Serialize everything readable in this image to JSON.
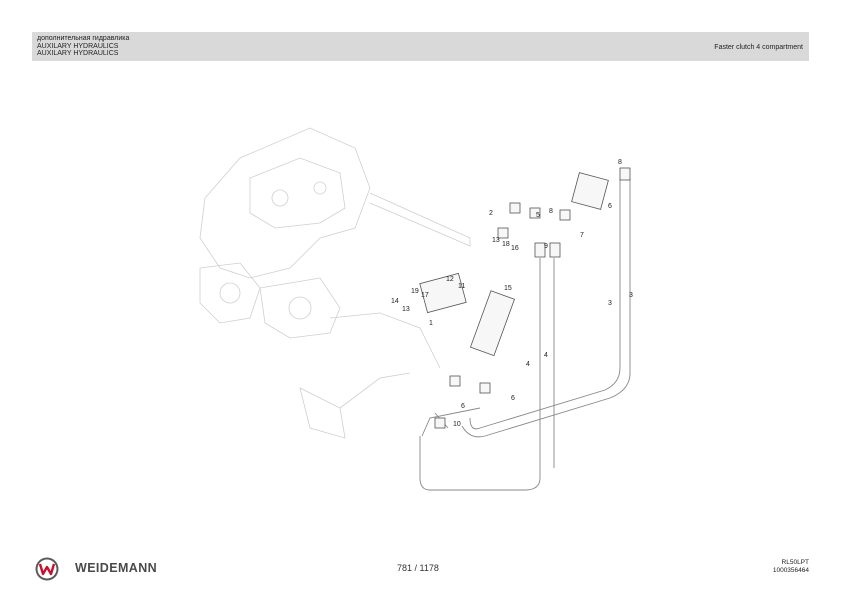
{
  "header": {
    "lines": [
      "дополнительная гидравлика",
      "AUXILARY HYDRAULICS",
      "AUXILARY HYDRAULICS"
    ],
    "right_title": "Faster clutch 4 compartment"
  },
  "diagram": {
    "callouts": [
      "8",
      "6",
      "2",
      "5",
      "8",
      "7",
      "13",
      "18",
      "16",
      "9",
      "12",
      "11",
      "19",
      "17",
      "15",
      "14",
      "13",
      "1",
      "3",
      "3",
      "4",
      "4",
      "6",
      "6",
      "10"
    ]
  },
  "footer": {
    "brand": "WEIDEMANN",
    "page": "781 / 1178",
    "model": "RL50LPT",
    "doc_number": "1000356464"
  },
  "colors": {
    "header_bg": "#d9d9d9",
    "logo_red": "#c8102e",
    "logo_gray": "#5a5a5a"
  }
}
